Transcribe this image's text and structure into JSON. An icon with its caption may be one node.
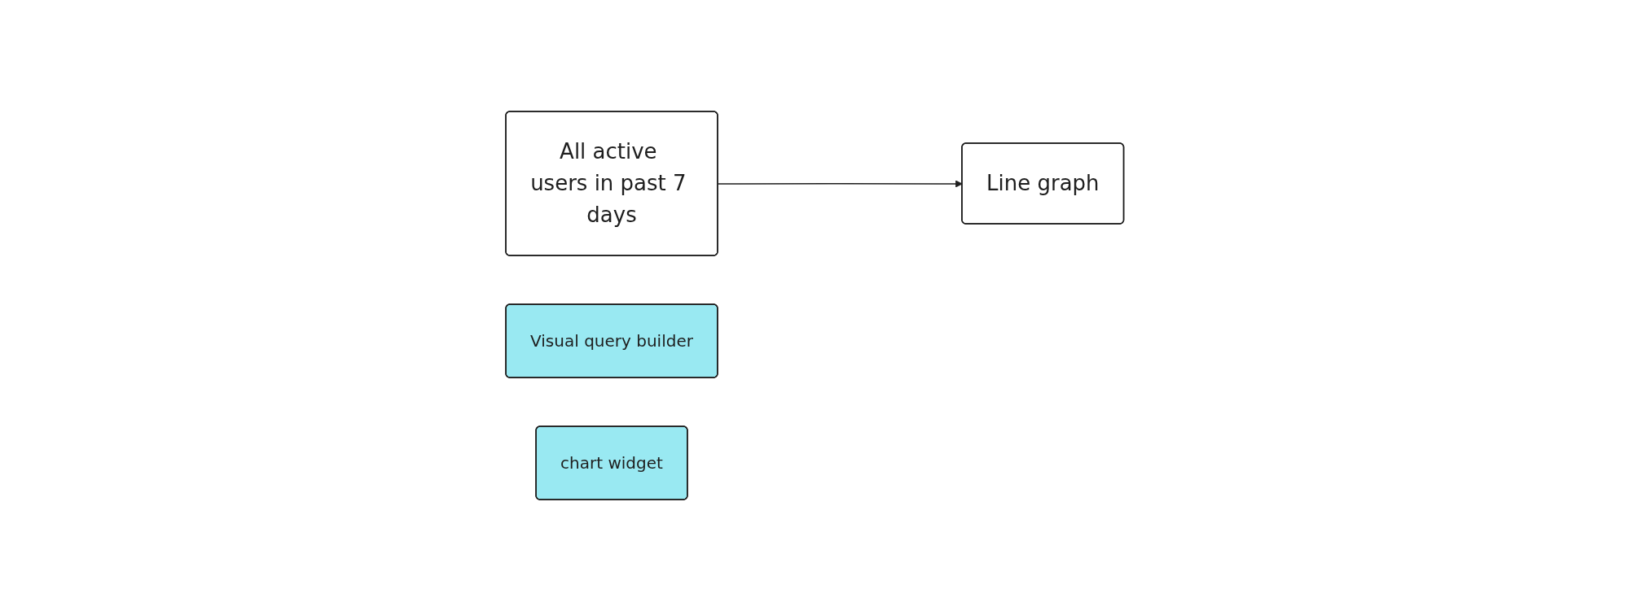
{
  "diagram": {
    "nodes": [
      {
        "text": [
          "All active users in past 7 days"
        ]
      },
      {
        "text": [
          "Visual query builder"
        ]
      },
      {
        "text": [
          "Line graph"
        ]
      },
      {
        "text": [
          "chart widget"
        ]
      }
    ],
    "edges": [
      {
        "from": 0,
        "to": 2,
        "arrow": "to"
      }
    ]
  }
}
